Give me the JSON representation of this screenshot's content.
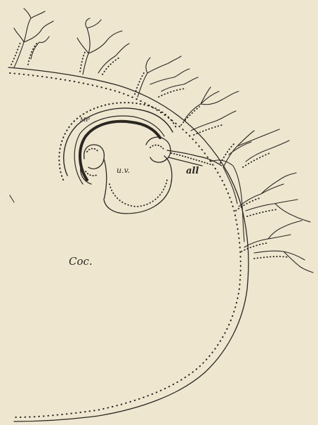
{
  "figure": {
    "labels": {
      "mp": "MP",
      "uv": "u.v.",
      "all": "all",
      "coc": "Coc."
    }
  },
  "colors": {
    "paper": "#efe6cf",
    "ink": "#2a2622"
  }
}
